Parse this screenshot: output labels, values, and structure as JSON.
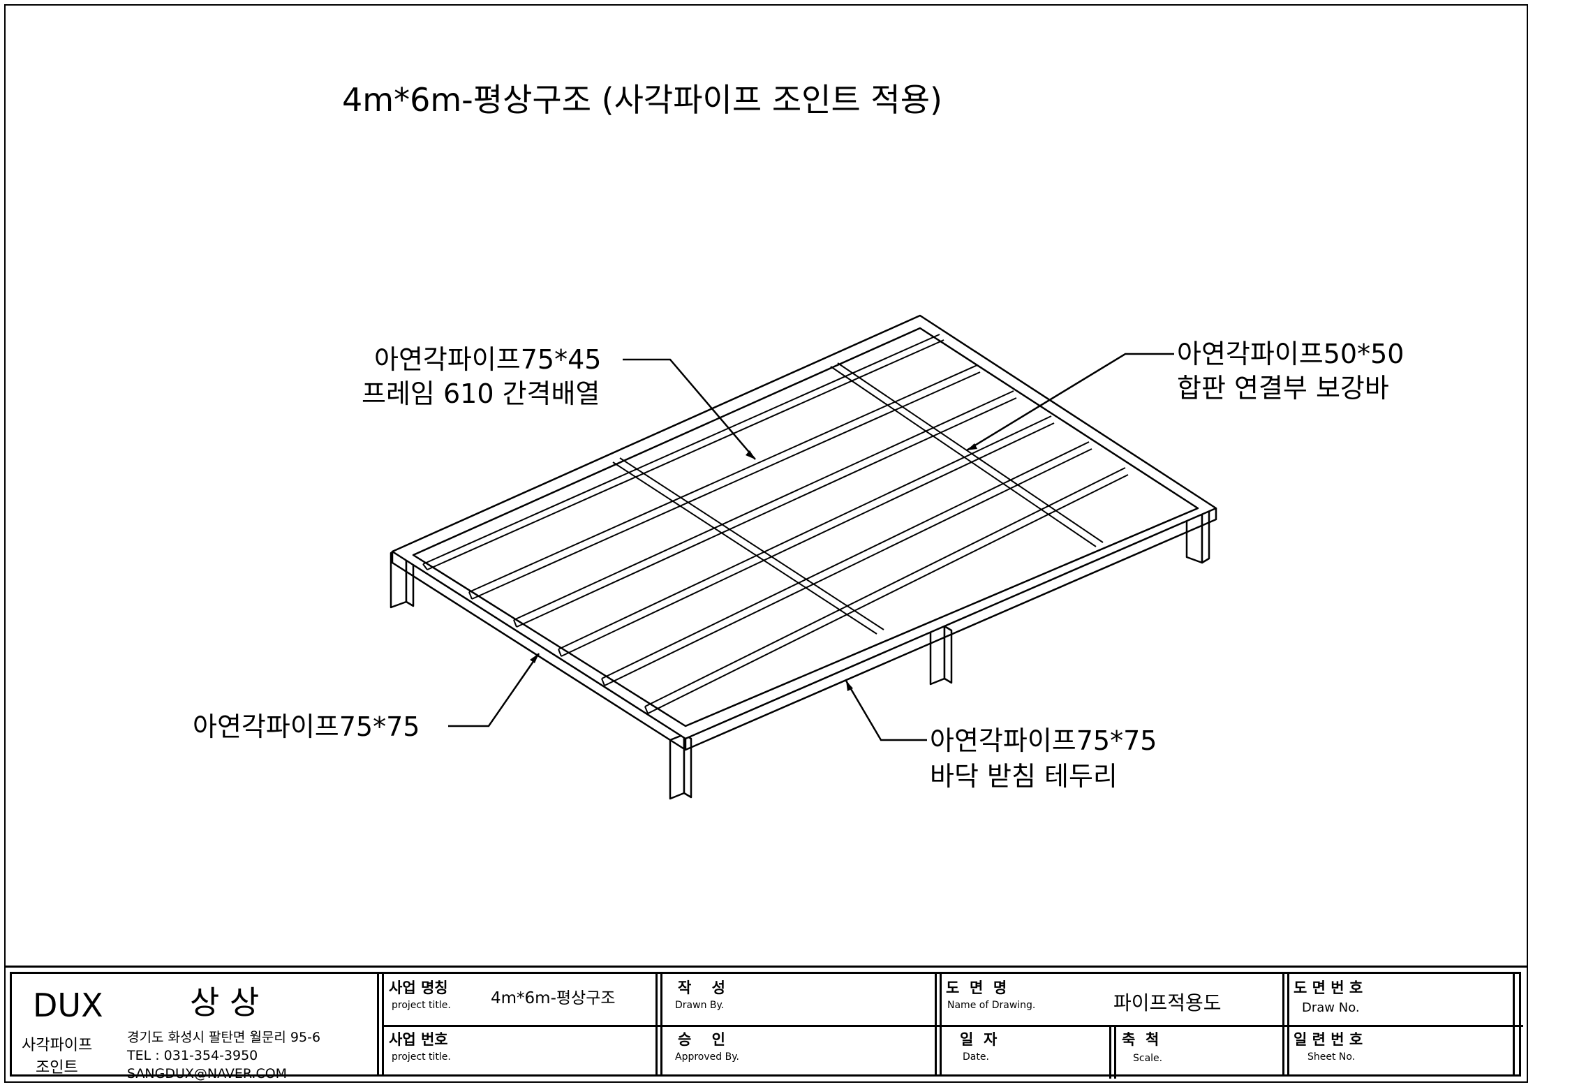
{
  "drawing": {
    "title": "4m*6m-평상구조 (사각파이프 조인트 적용)",
    "callouts": {
      "frame": [
        "아연각파이프75*45",
        "프레임 610 간격배열"
      ],
      "brace": [
        "아연각파이프50*50",
        "합판 연결부 보강바"
      ],
      "post": [
        "아연각파이프75*75"
      ],
      "border": [
        "아연각파이프75*75",
        "바닥 받침 테두리"
      ]
    }
  },
  "title_block": {
    "company": {
      "brand": "DUX",
      "name": "상 상",
      "product_line1": "사각파이프",
      "product_line2": "조인트"
    },
    "contact": {
      "address": "경기도 화성시 팔탄면 월문리 95-6",
      "tel": "TEL : 031-354-3950",
      "email": "SANGDUX@NAVER.COM"
    },
    "project_name": {
      "label_ko": "사업 명칭",
      "label_en": "project title.",
      "value": "4m*6m-평상구조"
    },
    "project_no": {
      "label_ko": "사업 번호",
      "label_en": "project title.",
      "value": ""
    },
    "drawn_by": {
      "label_ko": "작    성",
      "label_en": "Drawn By.",
      "value": ""
    },
    "approved_by": {
      "label_ko": "승    인",
      "label_en": "Approved By.",
      "value": ""
    },
    "drawing_name": {
      "label_ko": "도  면  명",
      "label_en": "Name of Drawing.",
      "value": "파이프적용도"
    },
    "date": {
      "label_ko": "일  자",
      "label_en": "Date.",
      "value": ""
    },
    "scale": {
      "label_ko": "축  척",
      "label_en": "Scale.",
      "value": ""
    },
    "drawing_no": {
      "label_ko": "도 면 번 호",
      "label_en": "Draw No.",
      "value": ""
    },
    "sheet_no": {
      "label_ko": "일 련 번 호",
      "label_en": "Sheet No.",
      "value": ""
    }
  }
}
